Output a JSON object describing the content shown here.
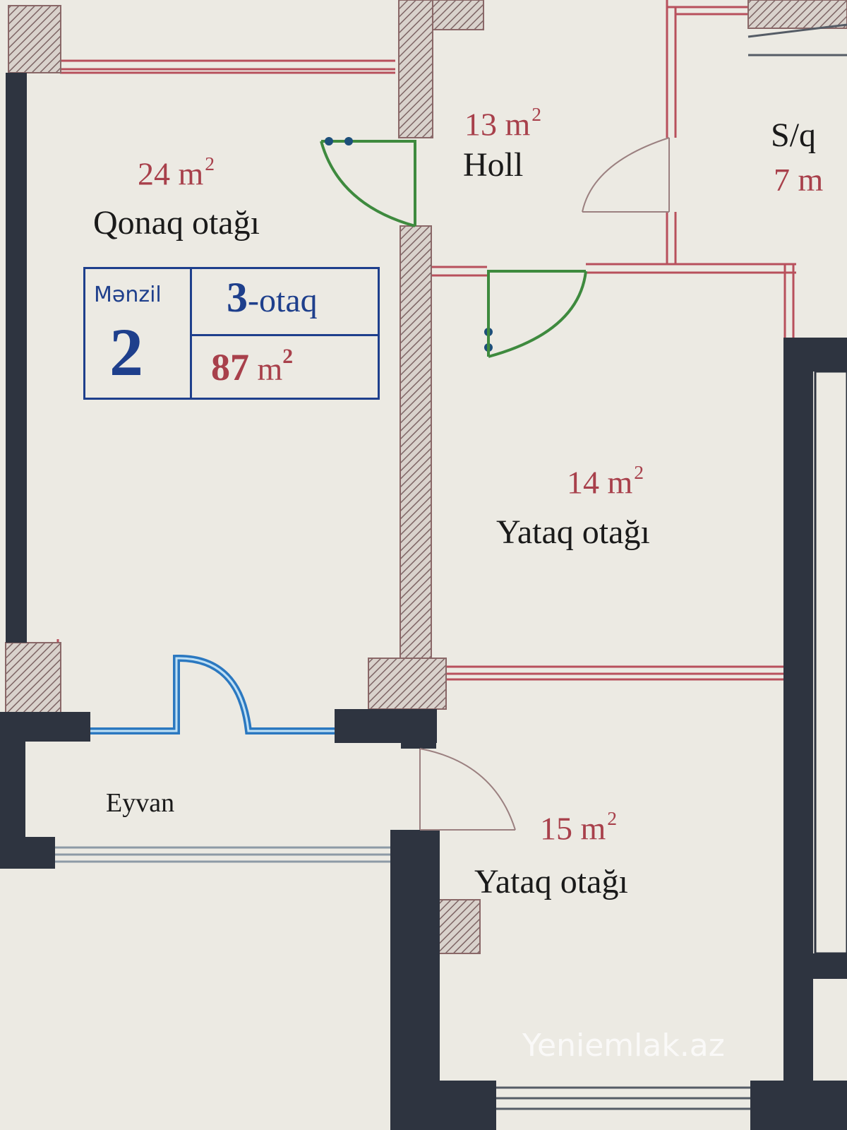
{
  "rooms": {
    "living": {
      "area_value": "24 m",
      "area_exp": "2",
      "name": "Qonaq otağı"
    },
    "hall": {
      "area_value": "13 m",
      "area_exp": "2",
      "name": "Holl"
    },
    "bathroom": {
      "name": "S/q",
      "area_value": "7 m"
    },
    "bedroom1": {
      "area_value": "14 m",
      "area_exp": "2",
      "name": "Yataq otağı"
    },
    "bedroom2": {
      "area_value": "15 m",
      "area_exp": "2",
      "name": "Yataq otağı"
    },
    "balcony": {
      "name": "Eyvan"
    }
  },
  "infobox": {
    "label": "Mənzil",
    "number": "2",
    "rooms_count": "3",
    "rooms_suffix": "-otaq",
    "total_value": "87",
    "total_unit": " m",
    "total_exp": "2"
  },
  "watermark": "Yeniemlak.az",
  "colors": {
    "paper": "#eceae3",
    "solid_wall": "#2e3440",
    "hatch": "#9b7b7b",
    "partition_red": "#b8505c",
    "door_green": "#3e8a3e",
    "door_blue": "#2b78c0",
    "infobox_blue": "#1e3f8c",
    "area_red": "#a8404b"
  }
}
